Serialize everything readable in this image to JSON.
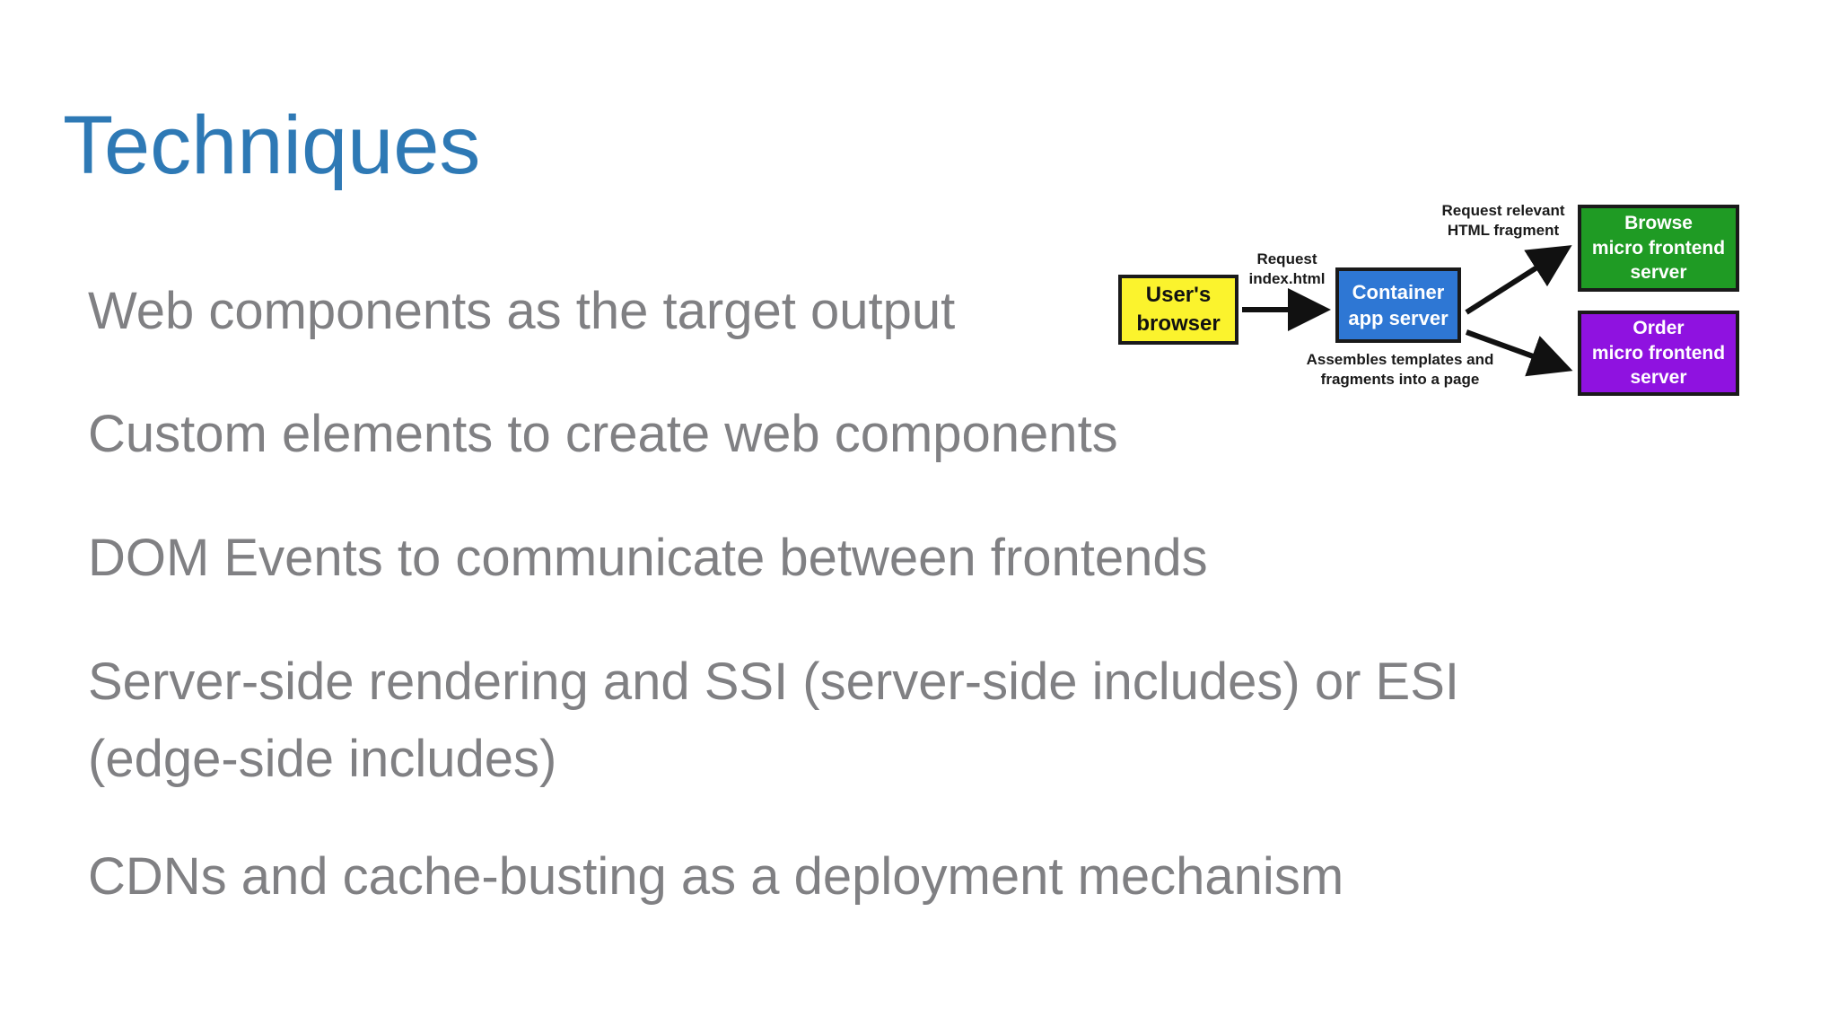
{
  "slide": {
    "title": "Techniques"
  },
  "bullets": [
    {
      "lines": [
        "Web components as the target output"
      ]
    },
    {
      "lines": [
        "Custom elements to create web components"
      ]
    },
    {
      "lines": [
        "DOM Events to communicate between frontends"
      ]
    },
    {
      "lines": [
        "Server-side rendering and SSI (server-side includes) or ESI",
        "(edge-side includes)"
      ]
    },
    {
      "lines": [
        "CDNs and cache-busting as a deployment mechanism"
      ]
    }
  ],
  "diagram": {
    "nodes": [
      {
        "id": "users-browser",
        "lines": [
          "User's",
          "browser"
        ],
        "bg": "#fbf32d",
        "text_color": "#111111"
      },
      {
        "id": "container-app-server",
        "lines": [
          "Container",
          "app server"
        ],
        "bg": "#2e77d4",
        "text_color": "#ffffff"
      },
      {
        "id": "browse-micro-frontend",
        "lines": [
          "Browse",
          "micro frontend",
          "server"
        ],
        "bg": "#1f9b24",
        "text_color": "#ffffff"
      },
      {
        "id": "order-micro-frontend",
        "lines": [
          "Order",
          "micro frontend",
          "server"
        ],
        "bg": "#8f12e0",
        "text_color": "#ffffff"
      }
    ],
    "labels": [
      {
        "id": "request-index",
        "lines": [
          "Request",
          "index.html"
        ]
      },
      {
        "id": "request-fragment",
        "lines": [
          "Request relevant",
          "HTML fragment"
        ]
      },
      {
        "id": "assembles",
        "lines": [
          "Assembles templates and",
          "fragments into a page"
        ]
      }
    ]
  },
  "colors": {
    "title": "#2e79b5",
    "body_text": "#808083",
    "diagram_border": "#1a1a1a",
    "arrow": "#111111"
  }
}
